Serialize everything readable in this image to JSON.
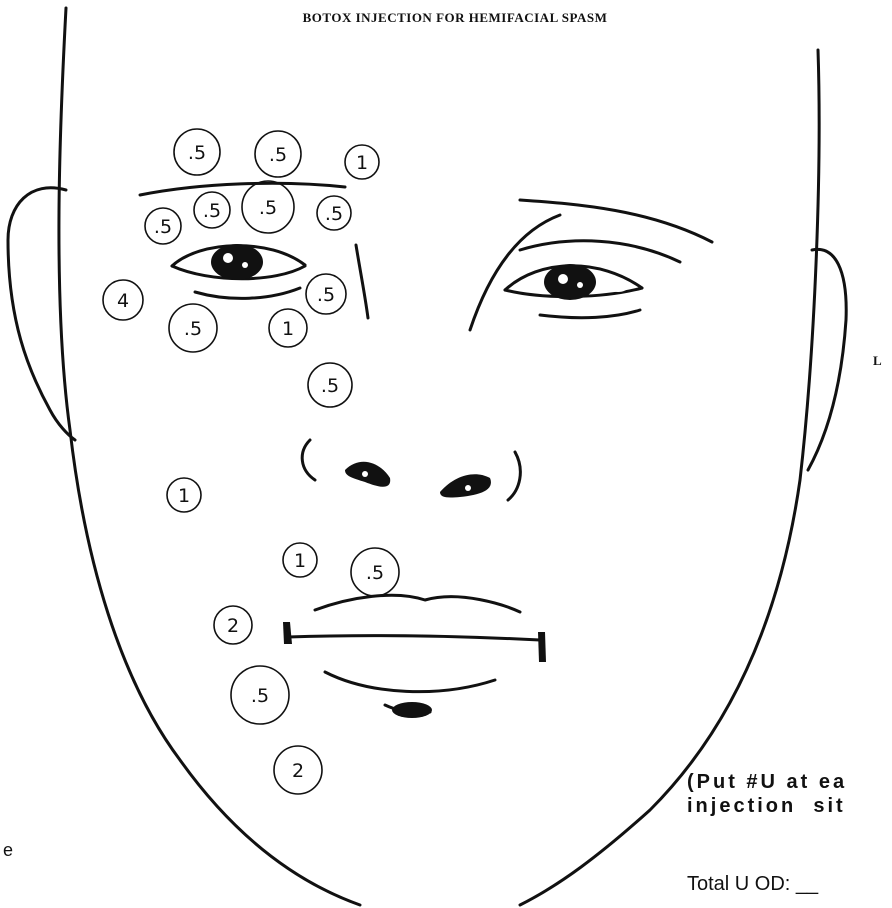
{
  "header": {
    "title": "BOTOX INJECTION FOR HEMIFACIAL SPASM"
  },
  "side_label": "L",
  "edge_mark": "e",
  "instruction": {
    "line1": "(Put #U at ea",
    "line2": "injection  sit"
  },
  "total": {
    "label": "Total U OD:",
    "blank": "__"
  },
  "injection_sites": [
    {
      "dose": ".5"
    },
    {
      "dose": ".5"
    },
    {
      "dose": "1"
    },
    {
      "dose": ".5"
    },
    {
      "dose": ".5"
    },
    {
      "dose": ".5"
    },
    {
      "dose": ".5"
    },
    {
      "dose": "4"
    },
    {
      "dose": ".5"
    },
    {
      "dose": ".5"
    },
    {
      "dose": "1"
    },
    {
      "dose": ".5"
    },
    {
      "dose": "1"
    },
    {
      "dose": "1"
    },
    {
      "dose": ".5"
    },
    {
      "dose": "2"
    },
    {
      "dose": ".5"
    },
    {
      "dose": "2"
    }
  ],
  "colors": {
    "ink": "#111111",
    "background": "#ffffff"
  }
}
